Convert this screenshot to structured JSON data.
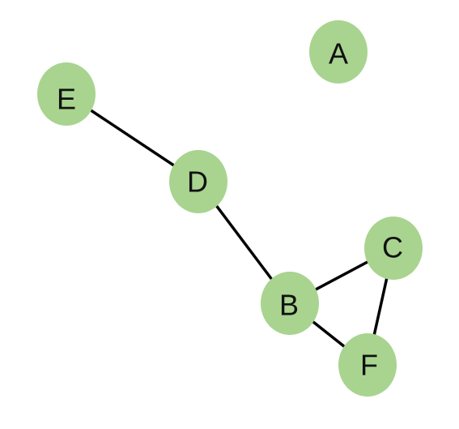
{
  "diagram": {
    "type": "undirected-graph",
    "node_color": "#a8d48f",
    "edge_color": "#000000",
    "nodes": [
      {
        "id": "A",
        "label": "A"
      },
      {
        "id": "B",
        "label": "B"
      },
      {
        "id": "C",
        "label": "C"
      },
      {
        "id": "D",
        "label": "D"
      },
      {
        "id": "E",
        "label": "E"
      },
      {
        "id": "F",
        "label": "F"
      }
    ],
    "edges": [
      {
        "from": "E",
        "to": "D"
      },
      {
        "from": "D",
        "to": "B"
      },
      {
        "from": "B",
        "to": "C"
      },
      {
        "from": "B",
        "to": "F"
      },
      {
        "from": "C",
        "to": "F"
      }
    ]
  }
}
